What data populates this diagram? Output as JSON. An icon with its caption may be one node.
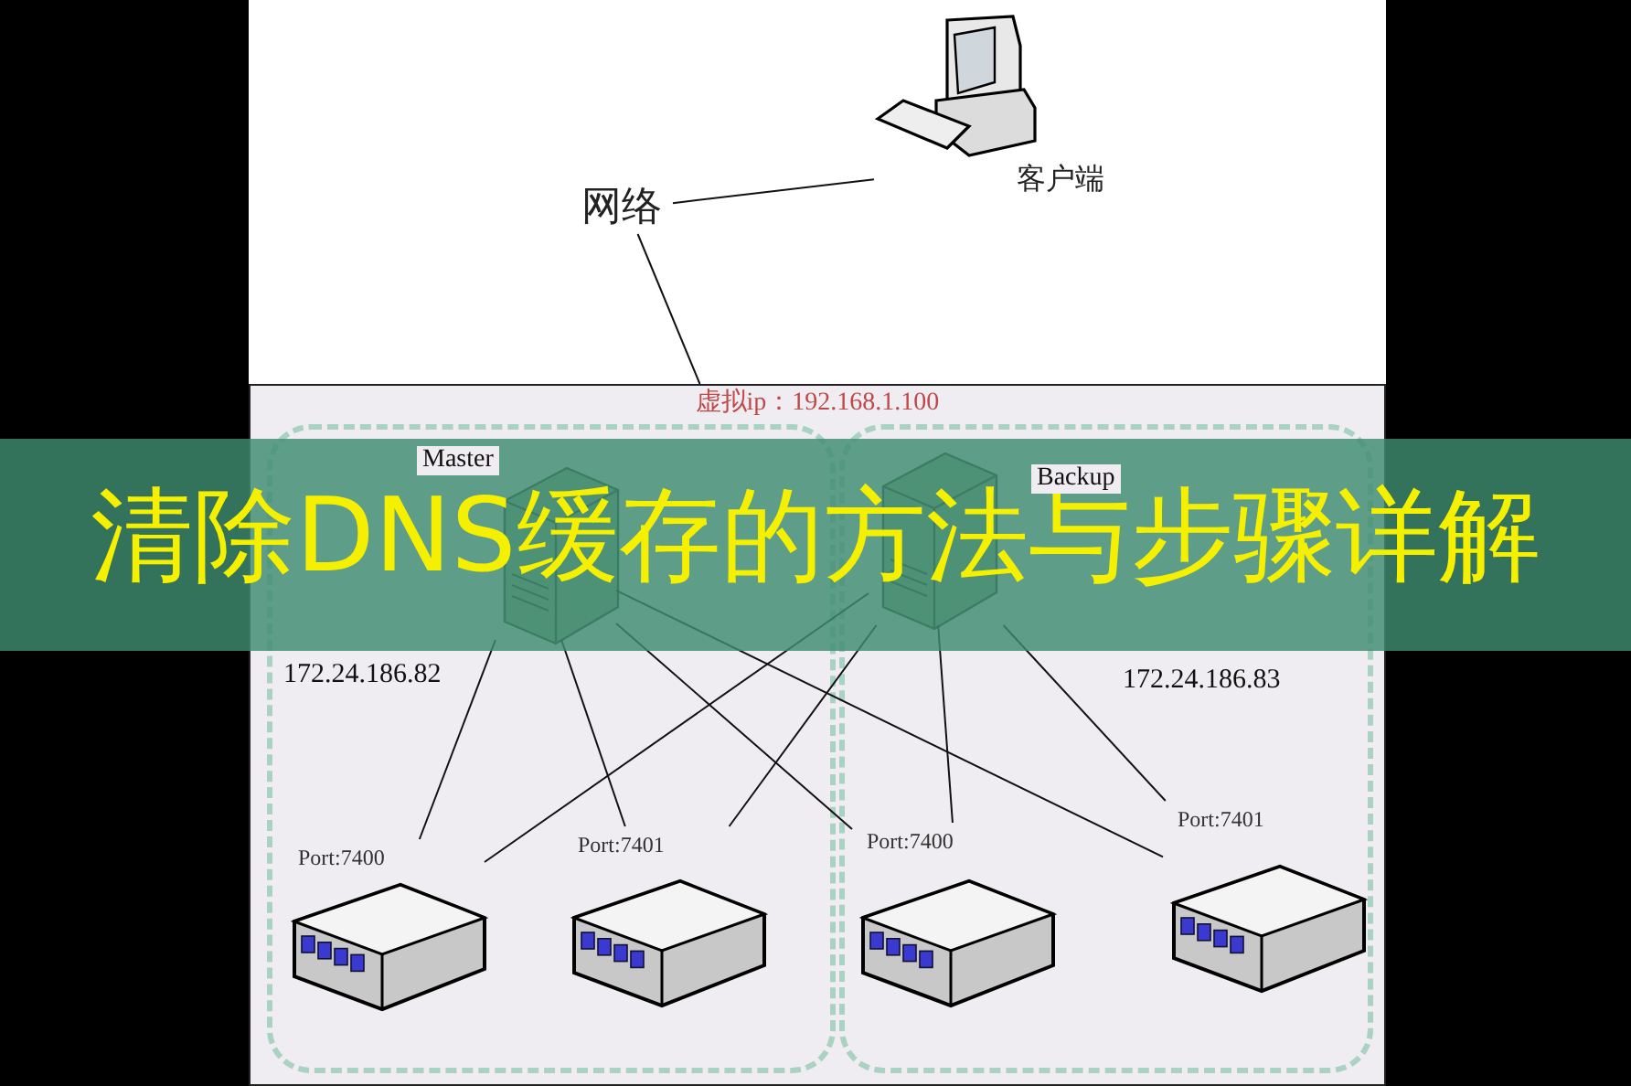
{
  "diagram": {
    "title": "清除DNS缓存的方法与步骤详解",
    "nodes": [
      {
        "text": [
          "客户端"
        ]
      },
      {
        "text": [
          "网络"
        ]
      },
      {
        "text": [
          "虚拟ip：192.168.1.100"
        ]
      },
      {
        "text": [
          "172.24.186.82"
        ],
        "in": 2
      },
      {
        "text": [
          "172.24.186.83"
        ],
        "in": 2
      },
      {
        "text": [
          "Master"
        ],
        "in": 3
      },
      {
        "text": [
          "Backup"
        ],
        "in": 4
      },
      {
        "text": [
          "Port:7400"
        ],
        "in": 3
      },
      {
        "text": [
          "Port:7401"
        ],
        "in": 3
      },
      {
        "text": [
          "Port:7400"
        ],
        "in": 4
      },
      {
        "text": [
          "Port:7401"
        ],
        "in": 4
      }
    ],
    "edges": [
      {
        "from": 0,
        "to": 1,
        "arrow": "none"
      },
      {
        "from": 1,
        "to": 2,
        "arrow": "none"
      },
      {
        "from": 5,
        "to": 7,
        "arrow": "none"
      },
      {
        "from": 5,
        "to": 8,
        "arrow": "none"
      },
      {
        "from": 5,
        "to": 9,
        "arrow": "none"
      },
      {
        "from": 5,
        "to": 10,
        "arrow": "none"
      },
      {
        "from": 6,
        "to": 7,
        "arrow": "none"
      },
      {
        "from": 6,
        "to": 8,
        "arrow": "none"
      },
      {
        "from": 6,
        "to": 9,
        "arrow": "none"
      },
      {
        "from": 6,
        "to": 10,
        "arrow": "none"
      }
    ]
  }
}
